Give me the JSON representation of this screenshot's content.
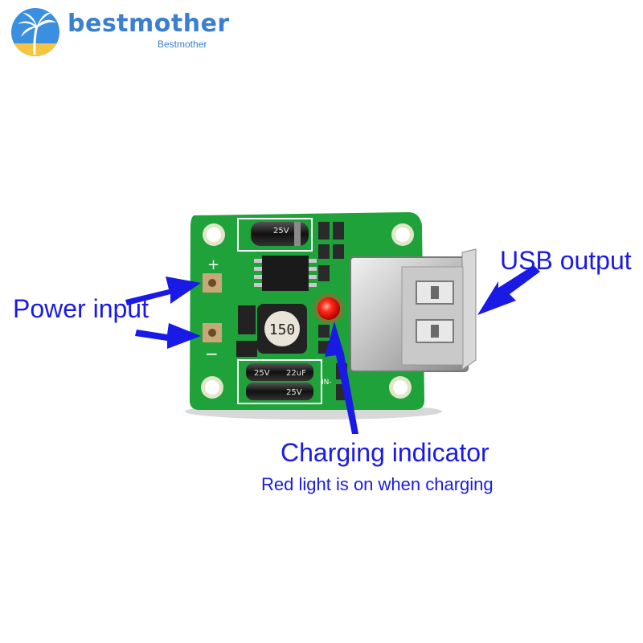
{
  "brand": {
    "name": "bestmother",
    "subtitle": "Bestmother"
  },
  "board": {
    "plus_mark": "+",
    "minus_mark": "−",
    "capacitor_top": "25V",
    "capacitor_bottom_a": "25V",
    "capacitor_bottom_b": "22uF",
    "capacitor_bottom_c": "25V",
    "inductor": "150",
    "trace_label": "IN-"
  },
  "labels": {
    "power_input": "Power input",
    "usb_output": "USB output",
    "charging_indicator": "Charging indicator",
    "charging_note": "Red light is on when charging"
  },
  "colors": {
    "pcb": "#1fa23a",
    "annotation": "#1a1ae6",
    "led": "#ff2020",
    "brand": "#3a7fd0"
  }
}
